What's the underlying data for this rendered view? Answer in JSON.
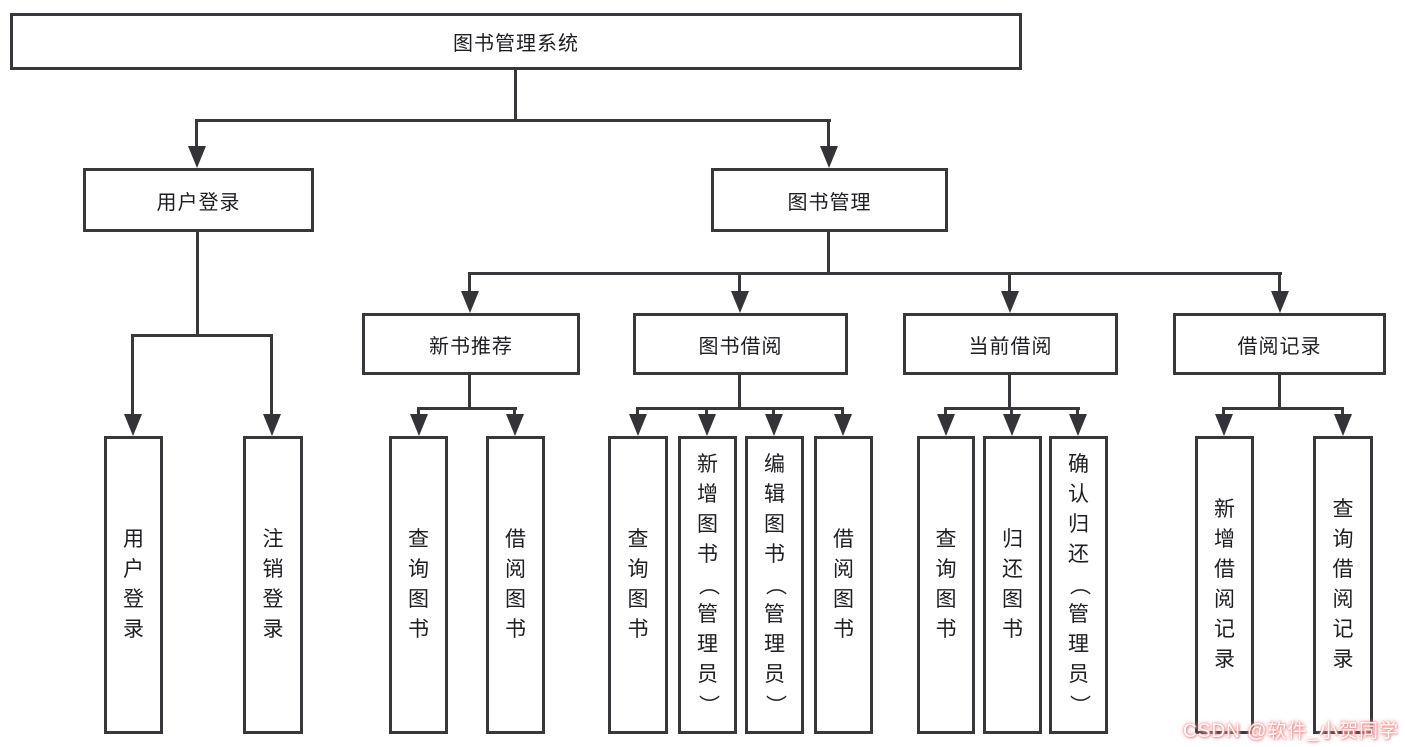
{
  "diagram": {
    "root": {
      "label": "图书管理系统"
    },
    "level2": [
      {
        "label": "用户登录"
      },
      {
        "label": "图书管理"
      }
    ],
    "level3": [
      {
        "label": "新书推荐"
      },
      {
        "label": "图书借阅"
      },
      {
        "label": "当前借阅"
      },
      {
        "label": "借阅记录"
      }
    ],
    "leaves": {
      "login_group": [
        {
          "label": "用户登录"
        },
        {
          "label": "注销登录"
        }
      ],
      "recommend_group": [
        {
          "label": "查询图书"
        },
        {
          "label": "借阅图书"
        }
      ],
      "borrow_group": [
        {
          "label": "查询图书"
        },
        {
          "label": "新增图书（管理员）"
        },
        {
          "label": "编辑图书（管理员）"
        },
        {
          "label": "借阅图书"
        }
      ],
      "current_group": [
        {
          "label": "查询图书"
        },
        {
          "label": "归还图书"
        },
        {
          "label": "确认归还（管理员）"
        }
      ],
      "records_group": [
        {
          "label": "新增借阅记录"
        },
        {
          "label": "查询借阅记录"
        }
      ]
    }
  },
  "watermark": {
    "text": "CSDN @软件_小贺同学"
  },
  "colors": {
    "line": "#38383c",
    "box_border": "#38383c",
    "text": "#1e1e22",
    "background": "#ffffff",
    "watermark_fill": "#ffffff",
    "watermark_glow": "#ff8a8a"
  }
}
